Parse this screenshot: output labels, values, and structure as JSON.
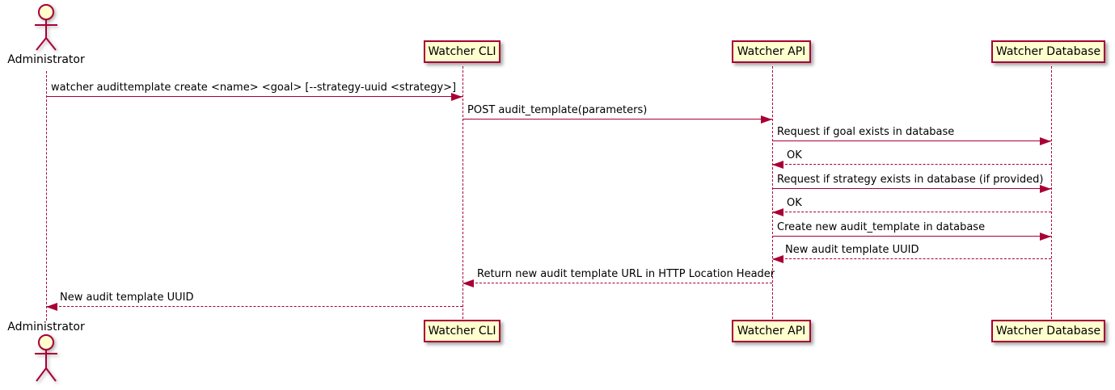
{
  "diagram": {
    "type": "sequence",
    "colors": {
      "accent": "#A80036",
      "participant_fill": "#FEFECE",
      "participant_border": "#A80036",
      "background": "#FFFFFF",
      "text": "#000000"
    },
    "actor": {
      "label": "Administrator"
    },
    "participants": [
      {
        "label": "Watcher CLI"
      },
      {
        "label": "Watcher API"
      },
      {
        "label": "Watcher Database"
      }
    ],
    "messages": [
      {
        "from": "Administrator",
        "to": "Watcher CLI",
        "style": "solid",
        "text": "watcher audittemplate create <name> <goal> [--strategy-uuid <strategy>]"
      },
      {
        "from": "Watcher CLI",
        "to": "Watcher API",
        "style": "solid",
        "text": "POST audit_template(parameters)"
      },
      {
        "from": "Watcher API",
        "to": "Watcher Database",
        "style": "solid",
        "text": "Request if goal exists in database"
      },
      {
        "from": "Watcher Database",
        "to": "Watcher API",
        "style": "dashed",
        "text": "OK"
      },
      {
        "from": "Watcher API",
        "to": "Watcher Database",
        "style": "solid",
        "text": "Request if strategy exists in database (if provided)"
      },
      {
        "from": "Watcher Database",
        "to": "Watcher API",
        "style": "dashed",
        "text": "OK"
      },
      {
        "from": "Watcher API",
        "to": "Watcher Database",
        "style": "solid",
        "text": "Create new audit_template in database"
      },
      {
        "from": "Watcher Database",
        "to": "Watcher API",
        "style": "dashed",
        "text": "New audit template UUID"
      },
      {
        "from": "Watcher API",
        "to": "Watcher CLI",
        "style": "dashed",
        "text": "Return new audit template URL in HTTP Location Header"
      },
      {
        "from": "Watcher CLI",
        "to": "Administrator",
        "style": "dashed",
        "text": "New audit template UUID"
      }
    ]
  }
}
